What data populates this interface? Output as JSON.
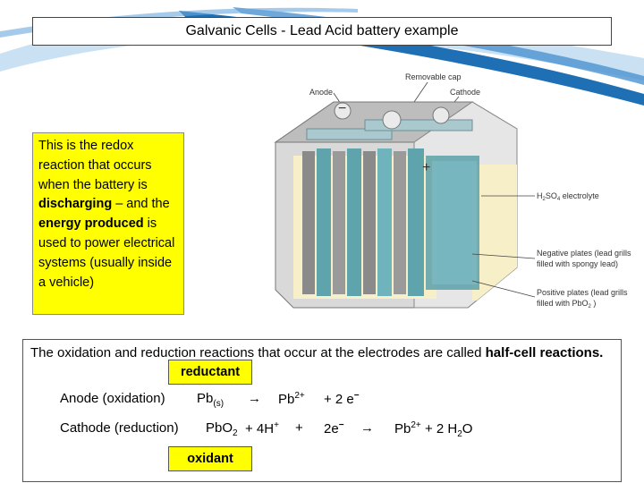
{
  "title": "Galvanic Cells  - Lead Acid battery example",
  "diagram_labels": {
    "removable_cap": "Removable cap",
    "anode": "Anode",
    "cathode": "Cathode",
    "minus": "−",
    "plus": "+",
    "electrolyte_main": "H",
    "electrolyte_sub1": "2",
    "electrolyte_mid": "SO",
    "electrolyte_sub2": "4",
    "electrolyte_end": " electrolyte",
    "negative_line1": "Negative plates (lead grills",
    "negative_line2": "filled with spongy lead)",
    "positive_line1": "Positive plates (lead grills",
    "positive_line2_a": "filled with PbO",
    "positive_line2_sub": "2",
    "positive_line2_b": " )"
  },
  "note": {
    "line1": "This is the redox reaction that occurs when the battery is ",
    "bold1": "discharging",
    "line2": " – and the ",
    "bold2": "energy produced",
    "line3": " is used to power electrical systems (usually inside a vehicle)"
  },
  "panel": {
    "intro_a": "The oxidation and reduction reactions that occur at the electrodes are called ",
    "intro_bold": "half-cell reactions.",
    "reductant": "reductant",
    "oxidant": "oxidant",
    "anode_label": "Anode (oxidation)",
    "anode_species": "Pb",
    "anode_state": "(s)",
    "arrow": "→",
    "anode_product": "Pb",
    "anode_charge": "2+",
    "anode_rest": "+  2 e",
    "e_minus": "−",
    "cathode_label": "Cathode (reduction)",
    "cathode_a": "PbO",
    "cathode_a_sub": "2",
    "cathode_b": "+  4H",
    "cathode_b_sup": "+",
    "cathode_c": "+",
    "cathode_e": "2e",
    "cathode_product": "Pb",
    "cathode_product_sup": "2+",
    "cathode_tail_a": "+ 2 H",
    "cathode_tail_sub": "2",
    "cathode_tail_b": "O"
  },
  "colors": {
    "swoosh_dark": "#1f6fb5",
    "swoosh_light": "#9cc8ea",
    "highlight": "#ffff00",
    "plate_teal": "#5fa3ad",
    "casing": "#c9c9c9"
  }
}
